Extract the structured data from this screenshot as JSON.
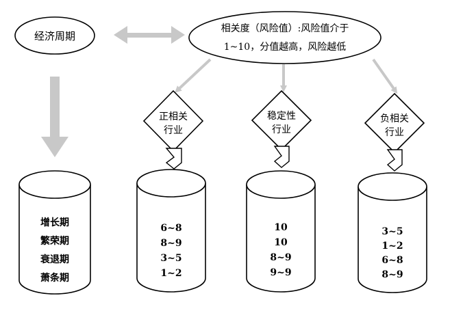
{
  "cycle_label": "经济周期",
  "correlation_note": {
    "line1": "相关度（风险值）:风险值介于",
    "line2": "1~10，分值越高，风险越低"
  },
  "industries": [
    {
      "name_line1": "正相关",
      "name_line2": "行业",
      "values": [
        "6~8",
        "8~9",
        "3~5",
        "1~2"
      ]
    },
    {
      "name_line1": "稳定性",
      "name_line2": "行业",
      "values": [
        "10",
        "10",
        "8~9",
        "9~9"
      ]
    },
    {
      "name_line1": "负相关",
      "name_line2": "行业",
      "values": [
        "3~5",
        "1~2",
        "6~8",
        "8~9"
      ]
    }
  ],
  "phases": [
    "增长期",
    "繁荣期",
    "衰退期",
    "萧条期"
  ],
  "colors": {
    "arrow": "#c8c8c8",
    "stroke": "#000000",
    "background": "#ffffff"
  }
}
